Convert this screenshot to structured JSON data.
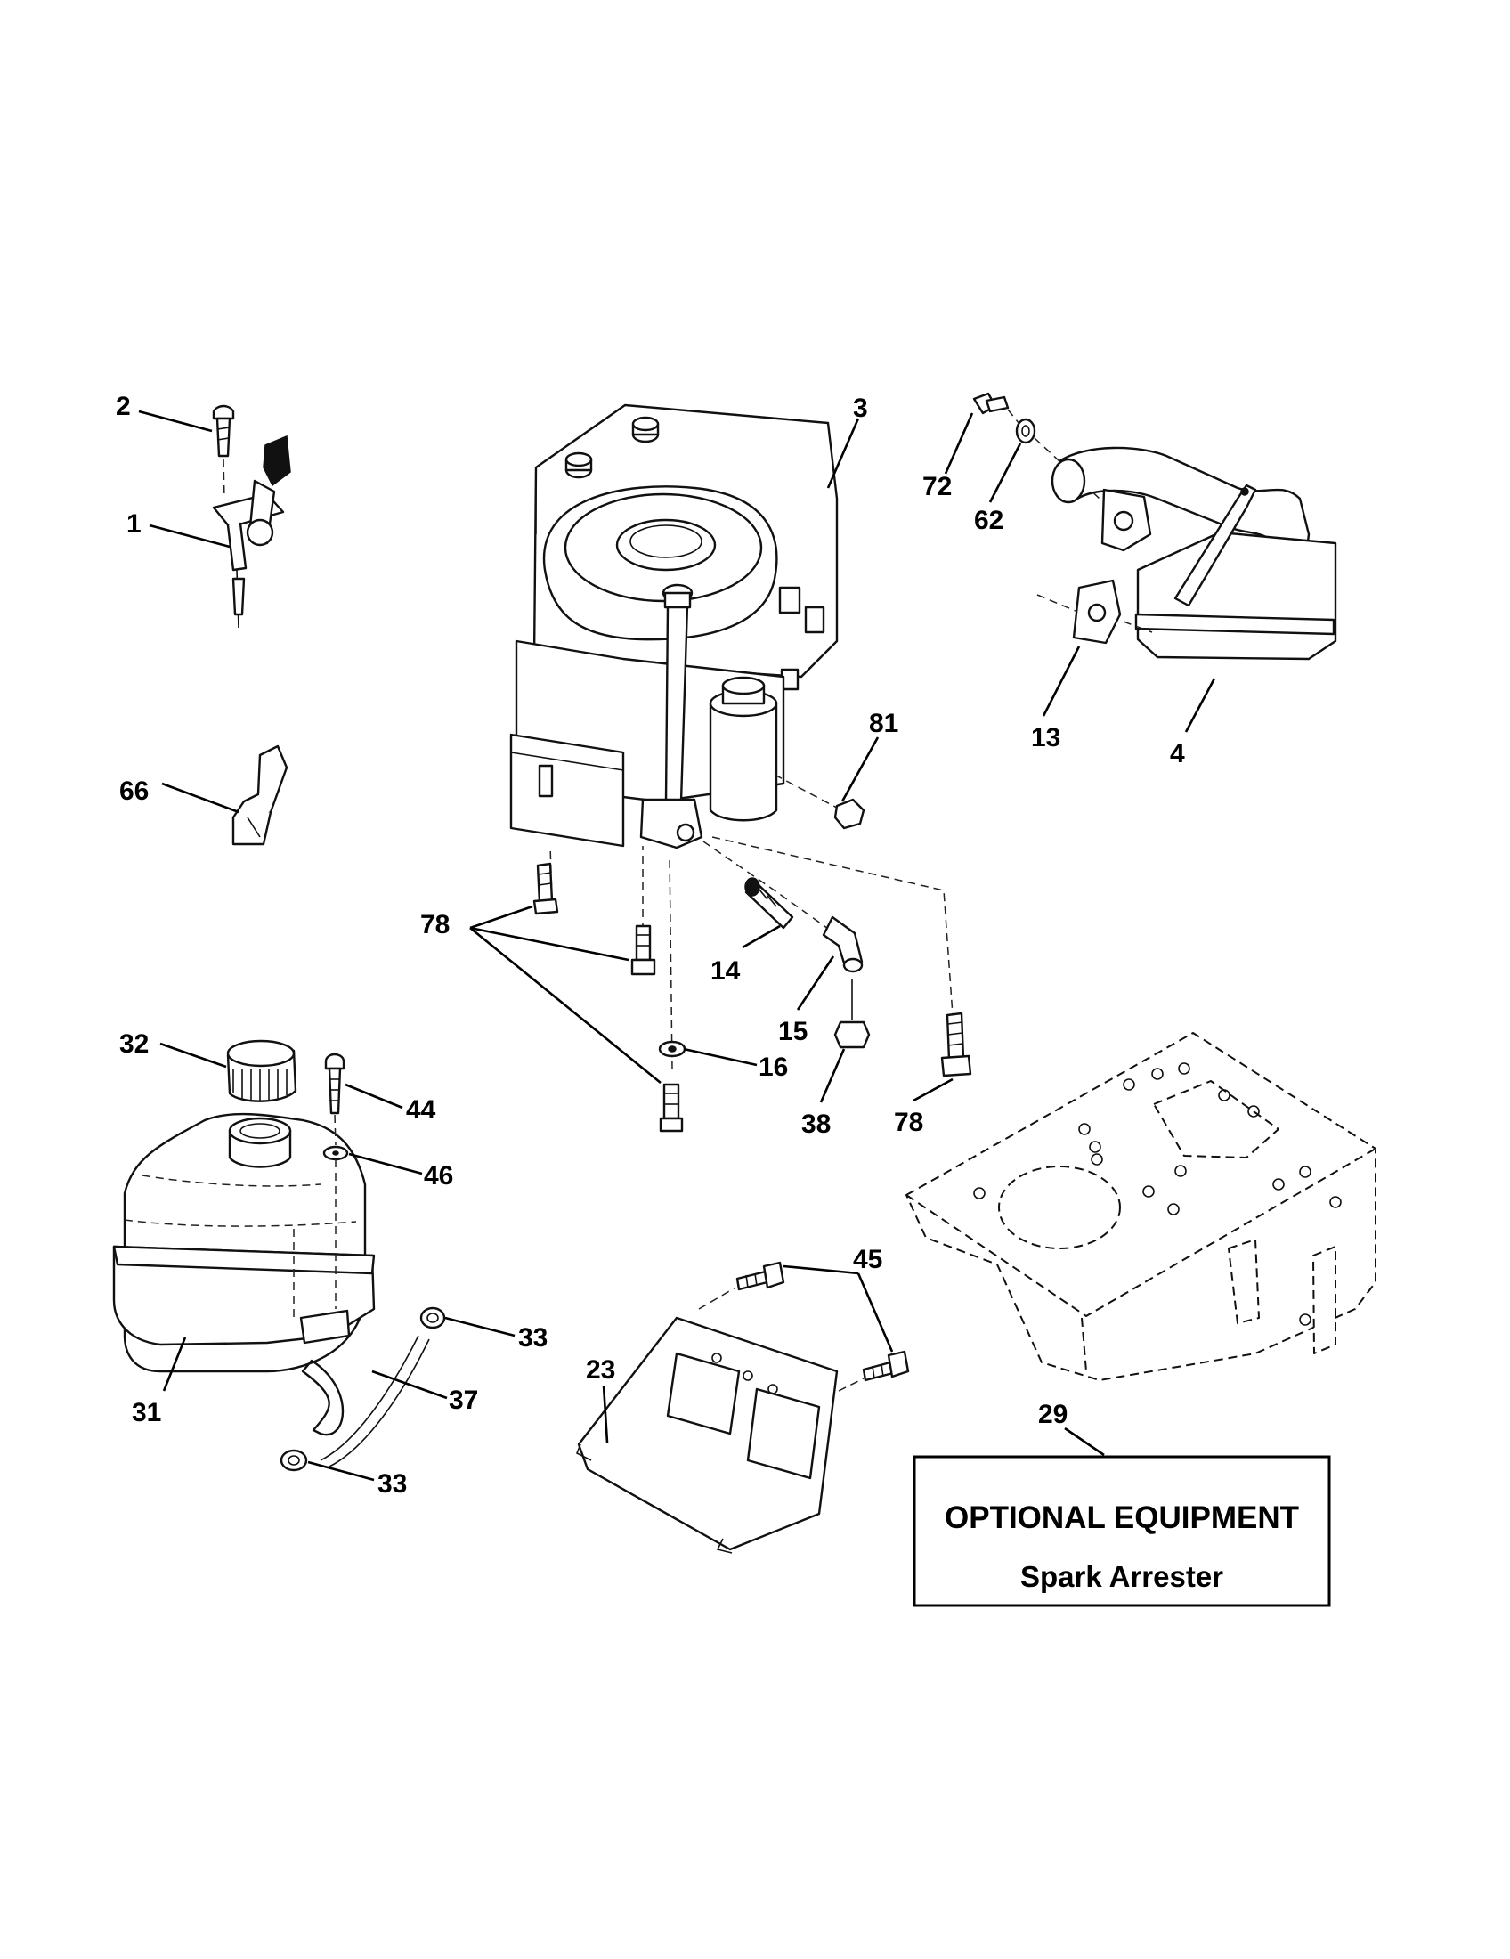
{
  "callouts": {
    "c1": "1",
    "c2": "2",
    "c3": "3",
    "c4": "4",
    "c13": "13",
    "c14": "14",
    "c15": "15",
    "c16": "16",
    "c23": "23",
    "c29": "29",
    "c31": "31",
    "c32": "32",
    "c33a": "33",
    "c33b": "33",
    "c37": "37",
    "c38": "38",
    "c44": "44",
    "c45": "45",
    "c46": "46",
    "c62": "62",
    "c66": "66",
    "c72": "72",
    "c78a": "78",
    "c78b": "78",
    "c81": "81"
  },
  "optional_box": {
    "title": "OPTIONAL EQUIPMENT",
    "subtitle": "Spark Arrester"
  }
}
